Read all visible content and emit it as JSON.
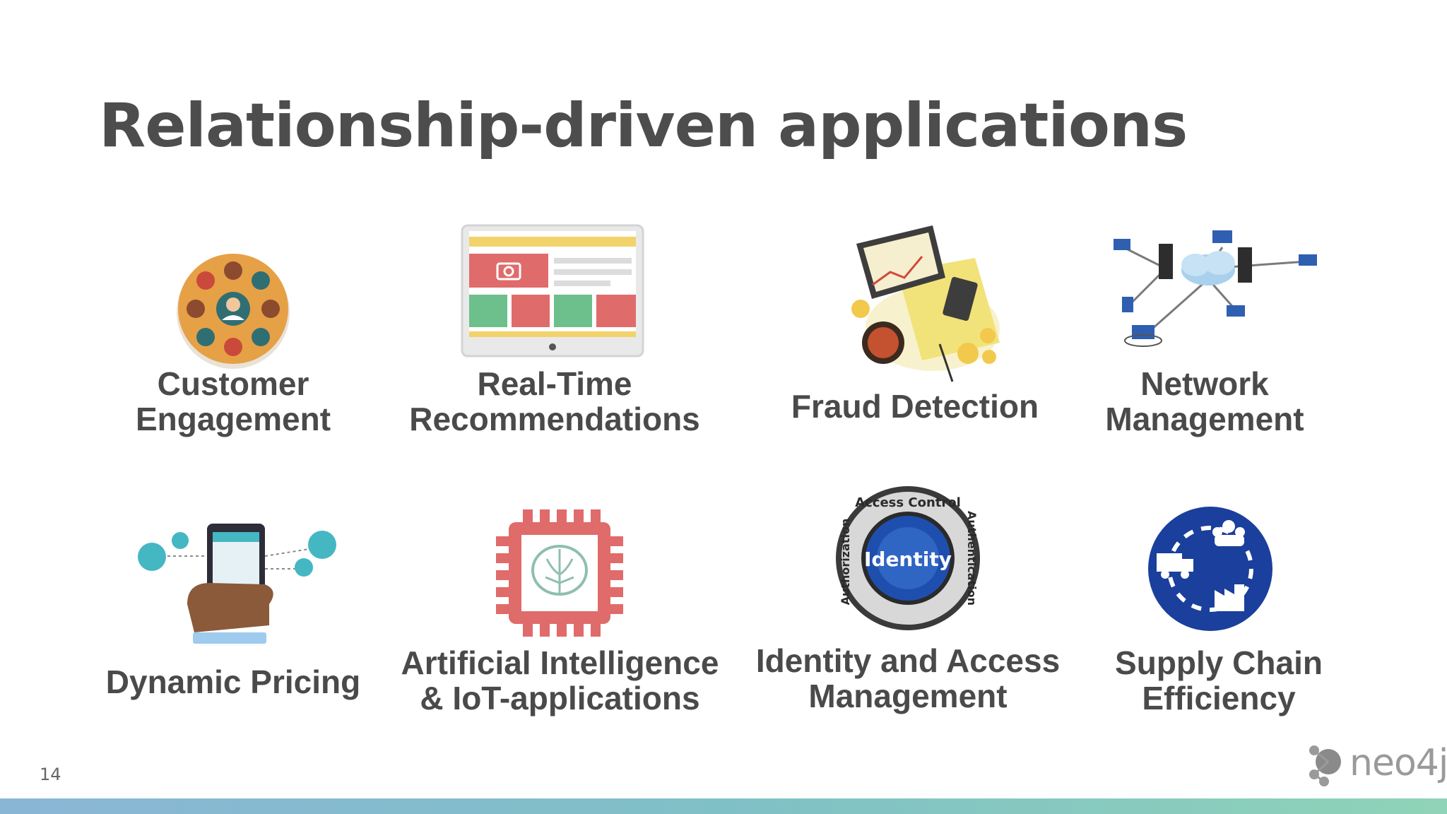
{
  "slide": {
    "title": "Relationship-driven applications",
    "page_number": "14",
    "logo_text": "neo4j"
  },
  "tiles": [
    {
      "id": "customer-engagement",
      "lines": [
        "Customer",
        "Engagement"
      ],
      "icon": "people-circle-icon"
    },
    {
      "id": "real-time-recommendations",
      "lines": [
        "Real-Time",
        "Recommendations"
      ],
      "icon": "monitor-icon"
    },
    {
      "id": "fraud-detection",
      "lines": [
        "Fraud Detection"
      ],
      "icon": "finance-report-icon"
    },
    {
      "id": "network-management",
      "lines": [
        "Network",
        "Management"
      ],
      "icon": "network-cloud-icon"
    },
    {
      "id": "dynamic-pricing",
      "lines": [
        "Dynamic Pricing"
      ],
      "icon": "phone-in-hand-icon"
    },
    {
      "id": "ai-iot",
      "lines": [
        "Artificial Intelligence",
        "& IoT-applications"
      ],
      "icon": "brain-chip-icon"
    },
    {
      "id": "identity-access",
      "lines": [
        "Identity and Access",
        "Management"
      ],
      "icon": "identity-badge-icon"
    },
    {
      "id": "supply-chain",
      "lines": [
        "Supply Chain",
        "Efficiency"
      ],
      "icon": "supply-chain-icon"
    }
  ],
  "identity_badge": {
    "center_label": "Identity",
    "ring_labels": [
      "Access Control",
      "Authentication",
      "Authorization"
    ]
  },
  "colors": {
    "title": "#4d4d4d",
    "caption": "#4a4a4a",
    "supply_chain_blue": "#1a3f9c",
    "chip_red": "#e06b6b",
    "monitor_yellow": "#f2d36b"
  }
}
